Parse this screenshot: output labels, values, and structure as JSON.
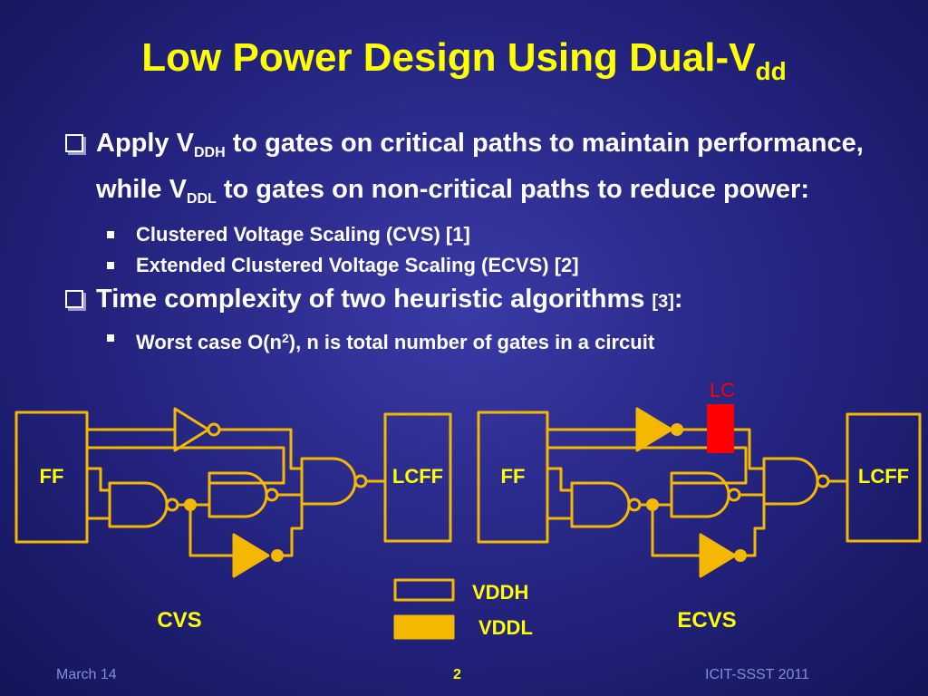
{
  "title": {
    "main": "Low Power Design Using Dual-V",
    "sub": "dd"
  },
  "bullets": {
    "b1": {
      "pre": "Apply V",
      "sub1": "DDH",
      "mid": " to gates on critical paths to maintain performance, while V",
      "sub2": "DDL",
      "post": " to gates on non-critical paths to reduce power:",
      "items": [
        "Clustered Voltage Scaling (CVS) [1]",
        "Extended Clustered Voltage Scaling (ECVS) [2]"
      ]
    },
    "b2": {
      "text": "Time complexity of two heuristic algorithms ",
      "ref": "[3]",
      "colon": ":",
      "item": {
        "pre": "Worst case O(n",
        "sup": "2",
        "post": "), n is total number of gates in a circuit"
      }
    }
  },
  "diagram": {
    "ff_label": "FF",
    "lcff_label": "LCFF",
    "lc_label": "LC",
    "cvs_label": "CVS",
    "ecvs_label": "ECVS",
    "legend": {
      "vddh": "VDDH",
      "vddl": "VDDL"
    }
  },
  "footer": {
    "date": "March 14",
    "page": "2",
    "conference": "ICIT-SSST 2011"
  },
  "colors": {
    "title": "#ffff00",
    "wire": "#f5b800",
    "lc": "#ff0000",
    "text": "#ffffff"
  }
}
